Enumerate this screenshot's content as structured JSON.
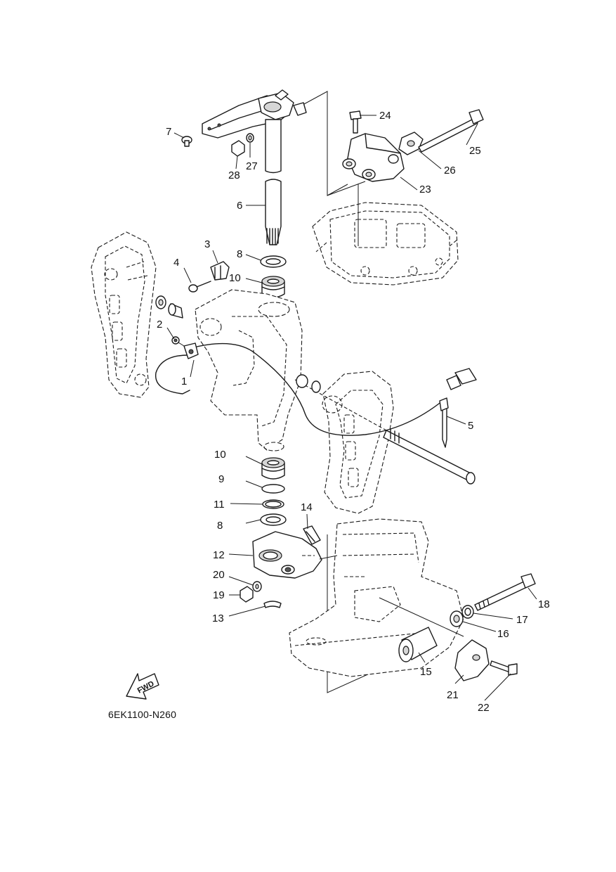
{
  "diagram_code": "6EK1100-N260",
  "direction_label": "FWD",
  "callouts": [
    {
      "id": "c1",
      "label": "1"
    },
    {
      "id": "c2",
      "label": "2"
    },
    {
      "id": "c3",
      "label": "3"
    },
    {
      "id": "c4",
      "label": "4"
    },
    {
      "id": "c5",
      "label": "5"
    },
    {
      "id": "c6",
      "label": "6"
    },
    {
      "id": "c7",
      "label": "7"
    },
    {
      "id": "c8a",
      "label": "8"
    },
    {
      "id": "c8b",
      "label": "8"
    },
    {
      "id": "c9",
      "label": "9"
    },
    {
      "id": "c10a",
      "label": "10"
    },
    {
      "id": "c10b",
      "label": "10"
    },
    {
      "id": "c11",
      "label": "11"
    },
    {
      "id": "c12",
      "label": "12"
    },
    {
      "id": "c13",
      "label": "13"
    },
    {
      "id": "c14",
      "label": "14"
    },
    {
      "id": "c15",
      "label": "15"
    },
    {
      "id": "c16",
      "label": "16"
    },
    {
      "id": "c17",
      "label": "17"
    },
    {
      "id": "c18",
      "label": "18"
    },
    {
      "id": "c19",
      "label": "19"
    },
    {
      "id": "c20",
      "label": "20"
    },
    {
      "id": "c21",
      "label": "21"
    },
    {
      "id": "c22",
      "label": "22"
    },
    {
      "id": "c23",
      "label": "23"
    },
    {
      "id": "c24",
      "label": "24"
    },
    {
      "id": "c25",
      "label": "25"
    },
    {
      "id": "c26",
      "label": "26"
    },
    {
      "id": "c27",
      "label": "27"
    },
    {
      "id": "c28",
      "label": "28"
    }
  ]
}
